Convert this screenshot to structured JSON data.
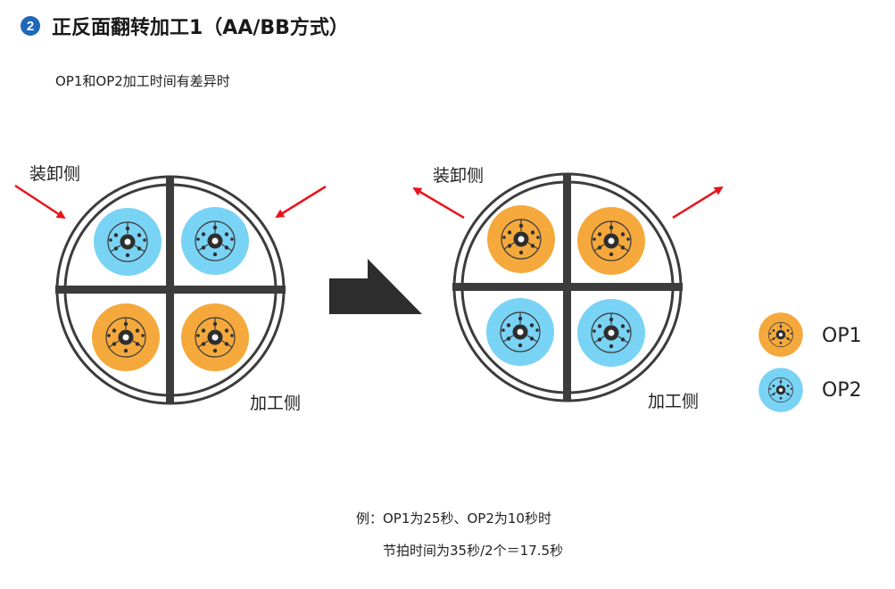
{
  "header": {
    "step_number": "2",
    "title": "正反面翻转加工1（AA/BB方式）",
    "subtitle": "OP1和OP2加工时间有差异时"
  },
  "diagrams": {
    "left": {
      "load_side_label": "装卸侧",
      "machining_side_label": "加工侧"
    },
    "right": {
      "load_side_label": "装卸侧",
      "machining_side_label": "加工侧"
    }
  },
  "legend": {
    "items": [
      {
        "label": "OP1",
        "color": "#f5a93c"
      },
      {
        "label": "OP2",
        "color": "#79d3f4"
      }
    ]
  },
  "note": {
    "line1": "例：OP1为25秒、OP2为10秒时",
    "line2": "节拍时间为35秒/2个＝17.5秒"
  },
  "colors": {
    "op1": "#f5a93c",
    "op2": "#79d3f4",
    "arrow": "#e8141b",
    "frame": "#3c3c3c",
    "badge": "#1f68b8"
  }
}
